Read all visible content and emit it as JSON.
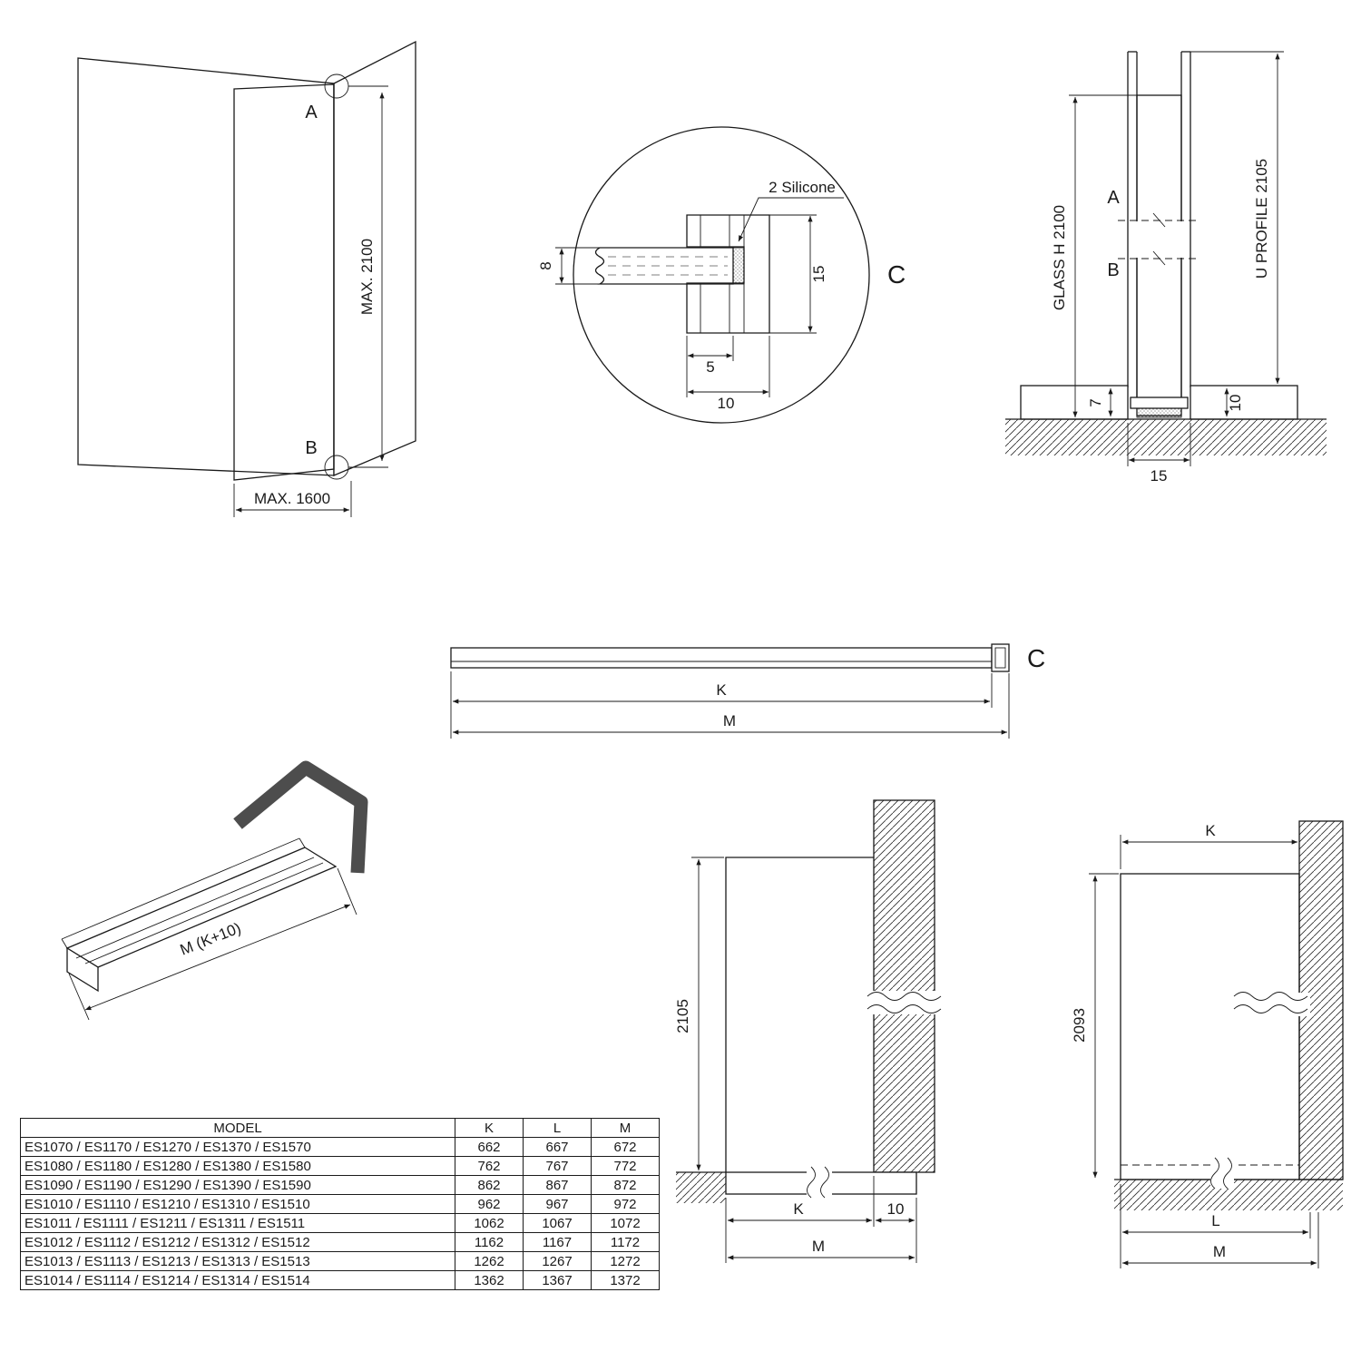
{
  "colors": {
    "glass": "#d7f5f2",
    "line": "#1a1a1a",
    "profile_dark": "#4d4d4d"
  },
  "views": {
    "perspective": {
      "label_a": "A",
      "label_b": "B",
      "dim_height": "MAX. 2100",
      "dim_width": "MAX. 1600"
    },
    "detail": {
      "callout": "C",
      "silicone_label": "2 Silicone",
      "glass_thickness": "8",
      "profile_height": "15",
      "slot_depth": "5",
      "profile_width": "10"
    },
    "side_section": {
      "label_a": "A",
      "label_b": "B",
      "glass_height": "GLASS H 2100",
      "u_profile": "U PROFILE 2105",
      "dim_base": "7",
      "dim_foot": "10",
      "dim_width": "15"
    },
    "profile_length": {
      "callout": "C",
      "dim_k": "K",
      "dim_m": "M"
    },
    "iso_profile": {
      "dim_length": "M (K+10)"
    },
    "front_elevation": {
      "dim_height": "2105",
      "dim_k": "K",
      "dim_gap": "10",
      "dim_m": "M"
    },
    "glass_elevation": {
      "dim_k": "K",
      "dim_height": "2093",
      "dim_l": "L",
      "dim_m": "M"
    }
  },
  "table": {
    "headers": [
      "MODEL",
      "K",
      "L",
      "M"
    ],
    "rows": [
      {
        "model": "ES1070 / ES1170 / ES1270 / ES1370 / ES1570",
        "k": "662",
        "l": "667",
        "m": "672"
      },
      {
        "model": "ES1080 / ES1180 / ES1280 / ES1380 / ES1580",
        "k": "762",
        "l": "767",
        "m": "772"
      },
      {
        "model": "ES1090 / ES1190 / ES1290 / ES1390 / ES1590",
        "k": "862",
        "l": "867",
        "m": "872"
      },
      {
        "model": "ES1010 / ES1110 / ES1210 / ES1310 / ES1510",
        "k": "962",
        "l": "967",
        "m": "972"
      },
      {
        "model": "ES1011 / ES1111 / ES1211 / ES1311 / ES1511",
        "k": "1062",
        "l": "1067",
        "m": "1072"
      },
      {
        "model": "ES1012 / ES1112 / ES1212 / ES1312 / ES1512",
        "k": "1162",
        "l": "1167",
        "m": "1172"
      },
      {
        "model": "ES1013 / ES1113 / ES1213 / ES1313 / ES1513",
        "k": "1262",
        "l": "1267",
        "m": "1272"
      },
      {
        "model": "ES1014 / ES1114 / ES1214 / ES1314 / ES1514",
        "k": "1362",
        "l": "1367",
        "m": "1372"
      }
    ]
  }
}
